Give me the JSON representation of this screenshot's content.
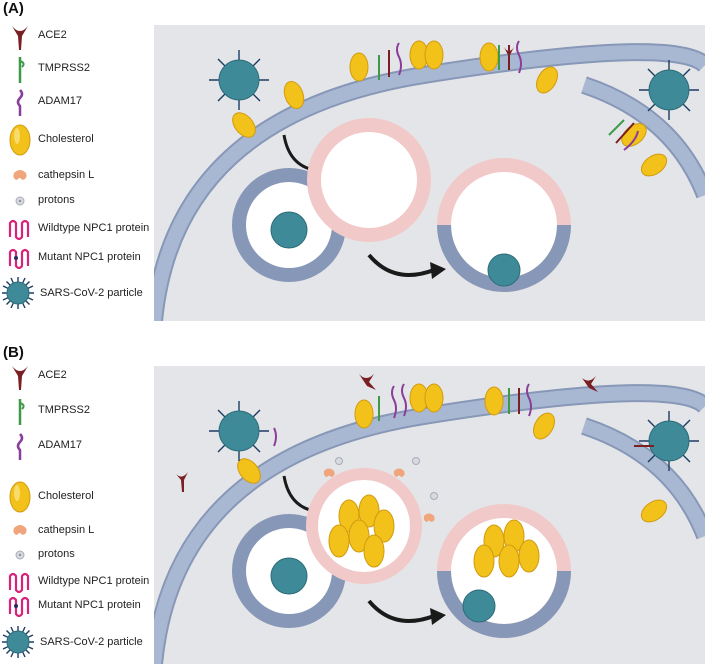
{
  "panels": [
    {
      "label": "(A)"
    },
    {
      "label": "(B)"
    }
  ],
  "legend": [
    {
      "icon": "ace2-icon",
      "label": "ACE2"
    },
    {
      "icon": "tmprss2-icon",
      "label": "TMPRSS2"
    },
    {
      "icon": "adam17-icon",
      "label": "ADAM17"
    },
    {
      "icon": "cholesterol-icon",
      "label": "Cholesterol"
    },
    {
      "icon": "cathepsin-l-icon",
      "label": "cathepsin L"
    },
    {
      "icon": "proton-icon",
      "label": "protons"
    },
    {
      "icon": "wildtype-npc1-icon",
      "label": "Wildtype NPC1 protein"
    },
    {
      "icon": "mutant-npc1-icon",
      "label": "Mutant NPC1 protein"
    },
    {
      "icon": "sars-cov-2-particle-icon",
      "label": "SARS-CoV-2 particle"
    }
  ],
  "colors": {
    "membrane": "#a9b8d2",
    "membrane_edge": "#8797b7",
    "cytoplasm": "#e4e5e8",
    "lysosome_ring": "#f1c9c8",
    "ace2": "#7a1f22",
    "tmprss2": "#3d9a46",
    "adam17": "#8a3e9a",
    "cholesterol": "#f2c21b",
    "cathepsin": "#f0a57c",
    "proton": "#c9ccd3",
    "npc1": "#d8237a",
    "virus": "#3f8a99"
  }
}
